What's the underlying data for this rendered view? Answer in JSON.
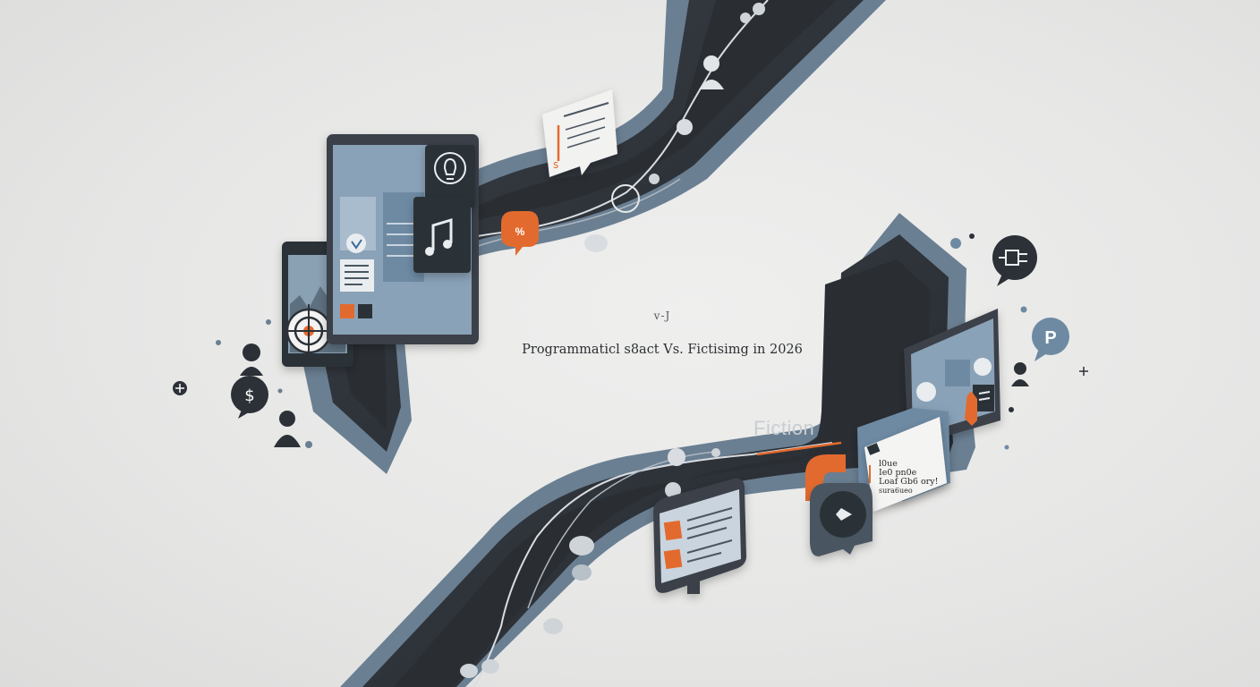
{
  "kicker": "v-J",
  "headline": "Programmaticl s8act Vs. Fictisimg in 2026",
  "road_label": "Fiction",
  "card_text": {
    "line1": "l0ue",
    "line2": "Ie0 pn0e",
    "line3": "Loaf Gb6 ory!",
    "line4": "sura6ueo"
  },
  "icons": {
    "percent_bubble": "%",
    "dollar_bubble": "$",
    "plug_bubble": "plug-icon",
    "p_bubble": "P"
  },
  "colors": {
    "background": "#e9e9e8",
    "road_dark": "#2f3338",
    "road_mid": "#4d5560",
    "road_edge": "#5f7385",
    "accent": "#e36a2e",
    "panel_blue": "#7f97ad"
  }
}
